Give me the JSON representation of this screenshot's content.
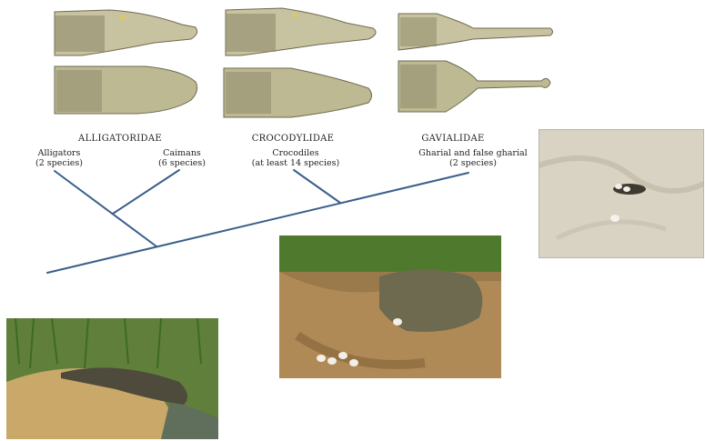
{
  "families": [
    {
      "name": "ALLIGATORIDAE",
      "species": "Alligators, Caimans"
    },
    {
      "name": "CROCODYLIDAE"
    },
    {
      "name": "GAVIALIDAE"
    }
  ],
  "taxa": [
    {
      "line1": "Alligators",
      "line2": "(2 species)"
    },
    {
      "line1": "Caimans",
      "line2": "(6 species)"
    },
    {
      "line1": "Crocodiles",
      "line2": "(at least 14 species)"
    },
    {
      "line1": "Gharial and false gharial",
      "line2": "(2 species)"
    }
  ],
  "colors": {
    "tree_line": "#3a5f8a",
    "skull": "#c7c3a0",
    "skull_shade": "#8a8766",
    "sand": "#d9d3c3",
    "soil": "#9a7a4a",
    "grass": "#4f7a2e",
    "straw": "#c9a86a",
    "water": "#5f6f5c"
  }
}
